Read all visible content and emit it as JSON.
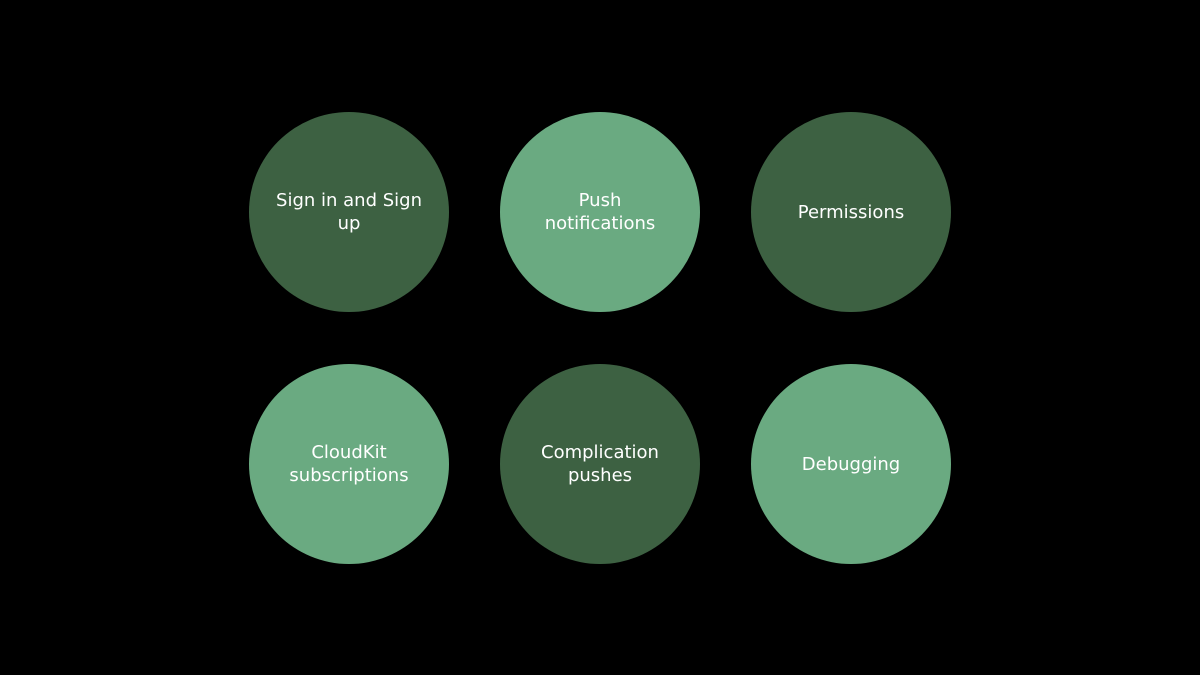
{
  "colors": {
    "background": "#000000",
    "dark_green": "#3d6142",
    "light_green": "#6aaa81",
    "text": "#ffffff"
  },
  "topics": [
    {
      "label": "Sign in and Sign up",
      "shade": "dark"
    },
    {
      "label": "Push\nnotifications",
      "shade": "light"
    },
    {
      "label": "Permissions",
      "shade": "dark"
    },
    {
      "label": "CloudKit\nsubscriptions",
      "shade": "light"
    },
    {
      "label": "Complication\npushes",
      "shade": "dark"
    },
    {
      "label": "Debugging",
      "shade": "light"
    }
  ]
}
